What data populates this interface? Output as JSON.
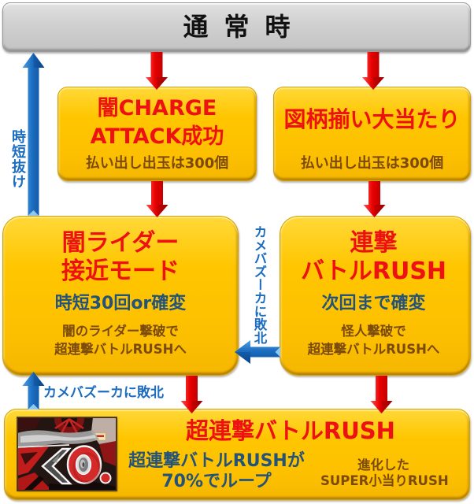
{
  "nodes": {
    "normal_state": {
      "label": "通常時"
    },
    "charge_attack": {
      "title_lines": [
        "闇CHARGE",
        "ATTACK成功"
      ],
      "note": "払い出し出玉は300個"
    },
    "zugara_jackpot": {
      "title": "図柄揃い大当たり",
      "note": "払い出し出玉は300個"
    },
    "dark_rider_mode": {
      "title_lines": [
        "闇ライダー",
        "接近モード"
      ],
      "subtitle": "時短30回or確変",
      "desc_lines": [
        "闇のライダー撃破で",
        "超連撃バトルRUSHへ"
      ]
    },
    "rengeki_battle_rush": {
      "title_lines": [
        "連撃",
        "バトルRUSH"
      ],
      "subtitle": "次回まで確変",
      "desc_lines": [
        "怪人撃破で",
        "超連撃バトルRUSHへ"
      ]
    },
    "super_rengeki_battle_rush": {
      "title": "超連撃バトルRUSH",
      "subtitle_lines": [
        "超連撃バトルRUSHが",
        "70%でループ"
      ],
      "desc_lines": [
        "進化した",
        "SUPER小当りRUSH"
      ],
      "image_text": "K.O."
    }
  },
  "edges": [
    {
      "from": "normal_state",
      "to": "charge_attack",
      "color": "red"
    },
    {
      "from": "normal_state",
      "to": "zugara_jackpot",
      "color": "red"
    },
    {
      "from": "charge_attack",
      "to": "dark_rider_mode",
      "color": "red"
    },
    {
      "from": "zugara_jackpot",
      "to": "rengeki_battle_rush",
      "color": "red"
    },
    {
      "from": "dark_rider_mode",
      "to": "normal_state",
      "color": "blue",
      "label": "時短抜け"
    },
    {
      "from": "rengeki_battle_rush",
      "to": "dark_rider_mode",
      "color": "blue",
      "label": "カメバズーカに敗北"
    },
    {
      "from": "dark_rider_mode",
      "to": "super_rengeki_battle_rush",
      "color": "red"
    },
    {
      "from": "rengeki_battle_rush",
      "to": "super_rengeki_battle_rush",
      "color": "red"
    },
    {
      "from": "super_rengeki_battle_rush",
      "to": "dark_rider_mode",
      "color": "blue",
      "label": "カメバズーカに敗北"
    }
  ],
  "colors": {
    "header_gray": "#D0D0D0",
    "box_yellow": "#FFC600",
    "title_red": "#EE1111",
    "note_brown": "#7B4A0C",
    "subtitle_navy": "#23537A",
    "flow_blue": "#1C6DC0",
    "flow_red": "#E80000"
  }
}
